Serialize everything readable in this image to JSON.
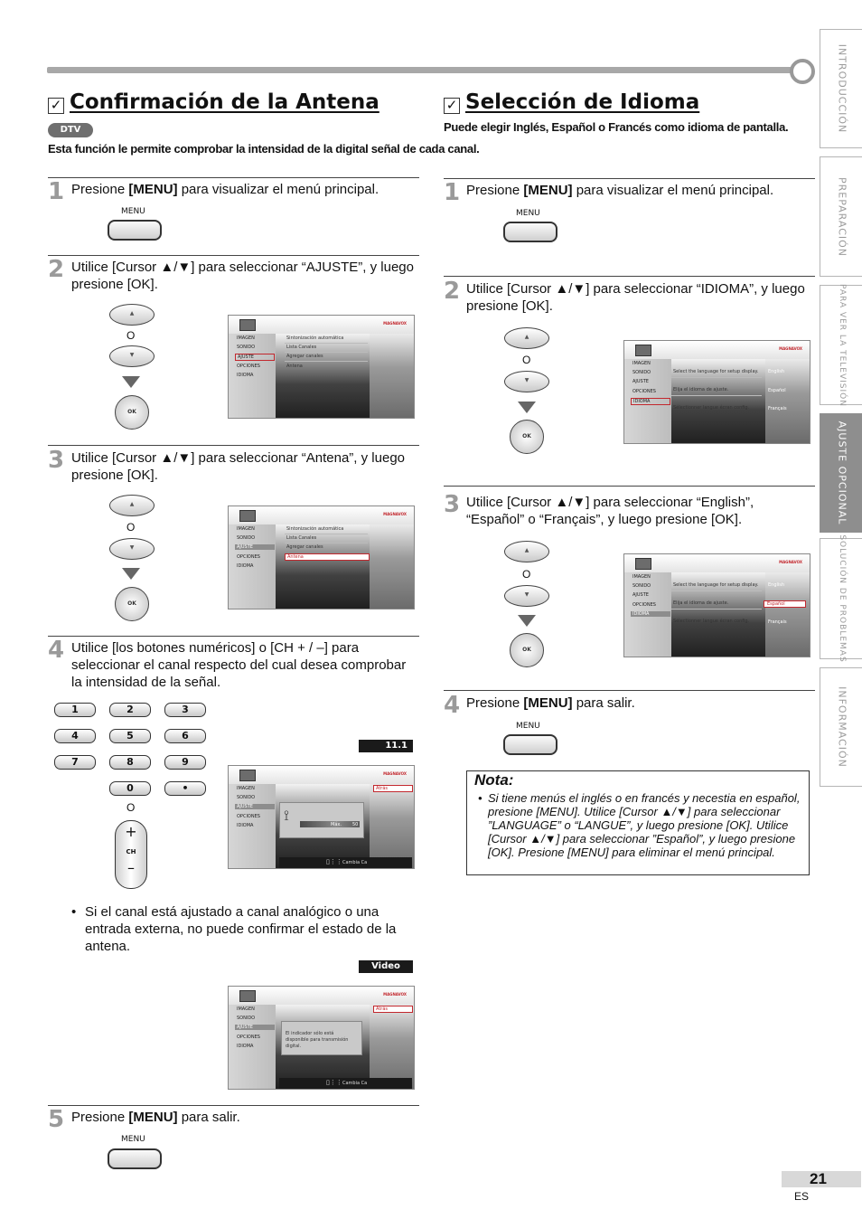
{
  "side_tabs": [
    {
      "label": "INTRODUCCIÓN",
      "active": false
    },
    {
      "label": "PREPARACIÓN",
      "active": false
    },
    {
      "label": "PARA VER LA TELEVISIÓN",
      "active": false
    },
    {
      "label": "AJUSTE OPCIONAL",
      "active": true
    },
    {
      "label": "SOLUCIÓN DE PROBLEMAS",
      "active": false
    },
    {
      "label": "INFORMACIÓN",
      "active": false
    }
  ],
  "left": {
    "title": "Confirmación de la Antena",
    "badge": "DTV",
    "intro": "Esta función le permite comprobar la intensidad de la digital señal de cada canal.",
    "step1": {
      "num": "1",
      "pre": "Presione ",
      "key": "[MENU]",
      "post": " para visualizar el menú principal."
    },
    "step2": {
      "num": "2",
      "text": "Utilice [Cursor ▲/▼] para seleccionar “AJUSTE”, y luego presione [OK]."
    },
    "step3": {
      "num": "3",
      "text": "Utilice [Cursor ▲/▼] para seleccionar “Antena”, y luego presione [OK]."
    },
    "step4": {
      "num": "4",
      "text": "Utilice [los botones numéricos] o [CH + / –] para seleccionar el canal respecto del cual desea comprobar la intensidad de la señal."
    },
    "bullet": "Si el canal está ajustado a canal analógico o una entrada externa, no puede confirmar el estado de la antena.",
    "step5": {
      "num": "5",
      "pre": "Presione ",
      "key": "[MENU]",
      "post": " para salir."
    },
    "channel": "11.1",
    "video_label": "Video",
    "screen_menu": [
      "IMAGEN",
      "SONIDO",
      "AJUSTE",
      "OPCIONES",
      "IDIOMA"
    ],
    "screen_ajuste_items": [
      "Sintonización automática",
      "Lista Canales",
      "Agregar canales",
      "Antena"
    ],
    "atras": "Atrás",
    "cambia": "Cambia Ca",
    "signal_max": "Máx.",
    "signal_val": "50",
    "analog_msg": "El indicador sólo está disponible para transmisión digital."
  },
  "right": {
    "title": "Selección de Idioma",
    "intro": "Puede elegir Inglés, Español o Francés como idioma de pantalla.",
    "step1": {
      "num": "1",
      "pre": "Presione ",
      "key": "[MENU]",
      "post": " para visualizar el menú principal."
    },
    "step2": {
      "num": "2",
      "text": "Utilice [Cursor ▲/▼] para seleccionar “IDIOMA”, y luego presione [OK]."
    },
    "step3": {
      "num": "3",
      "text": "Utilice [Cursor ▲/▼] para seleccionar “English”, “Español” o “Français”, y luego presione [OK]."
    },
    "step4": {
      "num": "4",
      "pre": "Presione ",
      "key": "[MENU]",
      "post": " para salir."
    },
    "lang_prompts": [
      "Select the language for setup display.",
      "Elija el idioma de ajuste.",
      "Sélectionner langue écran config."
    ],
    "languages": [
      "English",
      "Español",
      "Français"
    ],
    "note_title": "Nota:",
    "note_text": "Si tiene menús el inglés o en francés y necestia en español, presione [MENU]. Utilice [Cursor ▲/▼] para seleccionar ”LANGUAGE” o “LANGUE”, y luego presione [OK]. Utilice [Cursor ▲/▼] para seleccionar ”Español”, y luego presione [OK]. Presione [MENU] para eliminar el menú principal."
  },
  "remote": {
    "menu": "MENU",
    "ok": "OK",
    "or": "O",
    "ch": "CH",
    "keys": [
      "1",
      "2",
      "3",
      "4",
      "5",
      "6",
      "7",
      "8",
      "9",
      "0",
      "•"
    ]
  },
  "brand": "MAGNAVOX",
  "page": {
    "number": "21",
    "lang": "ES"
  }
}
